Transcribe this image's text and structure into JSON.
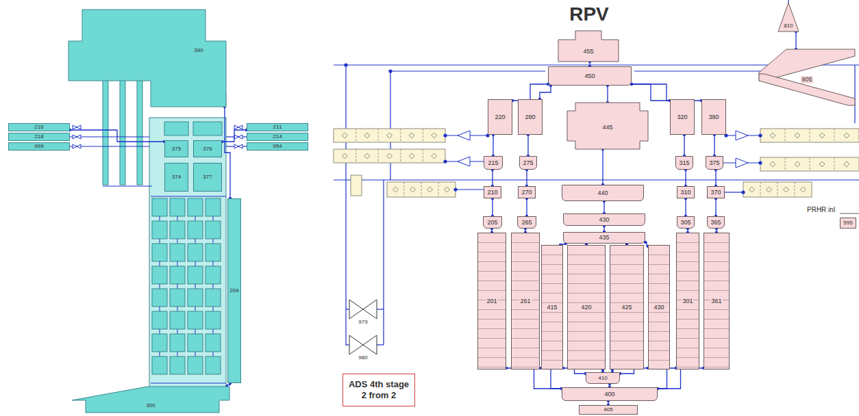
{
  "diagram": {
    "title": "RPV",
    "nodes": [
      {
        "text": [
          "390"
        ]
      },
      {
        "text": [
          "216"
        ]
      },
      {
        "text": [
          "218"
        ]
      },
      {
        "text": [
          "999"
        ]
      },
      {
        "text": [
          "211"
        ]
      },
      {
        "text": [
          "214"
        ]
      },
      {
        "text": [
          "954"
        ]
      },
      {
        "text": [
          "375"
        ]
      },
      {
        "text": [
          "376"
        ]
      },
      {
        "text": [
          "374"
        ]
      },
      {
        "text": [
          "377"
        ]
      },
      {
        "text": [
          "204"
        ]
      },
      {
        "text": [
          "300"
        ]
      },
      {
        "text": [
          "455"
        ]
      },
      {
        "text": [
          "450"
        ]
      },
      {
        "text": [
          "220"
        ]
      },
      {
        "text": [
          "280"
        ]
      },
      {
        "text": [
          "445"
        ]
      },
      {
        "text": [
          "320"
        ]
      },
      {
        "text": [
          "380"
        ]
      },
      {
        "text": [
          "215"
        ]
      },
      {
        "text": [
          "275"
        ]
      },
      {
        "text": [
          "315"
        ]
      },
      {
        "text": [
          "375"
        ]
      },
      {
        "text": [
          "210"
        ]
      },
      {
        "text": [
          "270"
        ]
      },
      {
        "text": [
          "440"
        ]
      },
      {
        "text": [
          "310"
        ]
      },
      {
        "text": [
          "370"
        ]
      },
      {
        "text": [
          "205"
        ]
      },
      {
        "text": [
          "265"
        ]
      },
      {
        "text": [
          "430"
        ]
      },
      {
        "text": [
          "305"
        ]
      },
      {
        "text": [
          "365"
        ]
      },
      {
        "text": [
          "435"
        ]
      },
      {
        "text": [
          "201"
        ]
      },
      {
        "text": [
          "261"
        ]
      },
      {
        "text": [
          "415"
        ]
      },
      {
        "text": [
          "420"
        ]
      },
      {
        "text": [
          "425"
        ]
      },
      {
        "text": [
          "430"
        ]
      },
      {
        "text": [
          "301"
        ]
      },
      {
        "text": [
          "361"
        ]
      },
      {
        "text": [
          "410"
        ]
      },
      {
        "text": [
          "400"
        ]
      },
      {
        "text": [
          "405"
        ]
      },
      {
        "text": [
          "979"
        ]
      },
      {
        "text": [
          "980"
        ]
      },
      {
        "text": [
          "ADS 4th stage 2 from 2"
        ]
      },
      {
        "text": [
          "810"
        ]
      },
      {
        "text": [
          "805"
        ]
      },
      {
        "text": [
          "595"
        ]
      }
    ],
    "edges": [
      {
        "from": 0,
        "to": 11,
        "arrow": "none"
      },
      {
        "from": 11,
        "to": 12,
        "arrow": "none"
      },
      {
        "from": 1,
        "to": 7,
        "arrow": "none"
      },
      {
        "from": 4,
        "to": 8,
        "arrow": "none"
      },
      {
        "from": 13,
        "to": 14,
        "arrow": "none"
      },
      {
        "from": 14,
        "to": 15,
        "arrow": "none"
      },
      {
        "from": 14,
        "to": 16,
        "arrow": "none"
      },
      {
        "from": 14,
        "to": 17,
        "arrow": "none"
      },
      {
        "from": 14,
        "to": 18,
        "arrow": "none"
      },
      {
        "from": 14,
        "to": 19,
        "arrow": "none"
      },
      {
        "from": 15,
        "to": 20,
        "arrow": "none"
      },
      {
        "from": 16,
        "to": 21,
        "arrow": "none"
      },
      {
        "from": 18,
        "to": 22,
        "arrow": "none"
      },
      {
        "from": 19,
        "to": 23,
        "arrow": "none"
      },
      {
        "from": 20,
        "to": 24,
        "arrow": "none"
      },
      {
        "from": 21,
        "to": 25,
        "arrow": "none"
      },
      {
        "from": 22,
        "to": 27,
        "arrow": "none"
      },
      {
        "from": 23,
        "to": 28,
        "arrow": "none"
      },
      {
        "from": 17,
        "to": 26,
        "arrow": "none"
      },
      {
        "from": 24,
        "to": 29,
        "arrow": "none"
      },
      {
        "from": 25,
        "to": 30,
        "arrow": "none"
      },
      {
        "from": 27,
        "to": 32,
        "arrow": "none"
      },
      {
        "from": 28,
        "to": 33,
        "arrow": "none"
      },
      {
        "from": 29,
        "to": 35,
        "arrow": "none"
      },
      {
        "from": 30,
        "to": 36,
        "arrow": "none"
      },
      {
        "from": 32,
        "to": 41,
        "arrow": "none"
      },
      {
        "from": 33,
        "to": 42,
        "arrow": "none"
      },
      {
        "from": 26,
        "to": 31,
        "arrow": "none"
      },
      {
        "from": 31,
        "to": 34,
        "arrow": "none"
      },
      {
        "from": 34,
        "to": 37,
        "arrow": "none"
      },
      {
        "from": 34,
        "to": 38,
        "arrow": "none"
      },
      {
        "from": 34,
        "to": 39,
        "arrow": "none"
      },
      {
        "from": 34,
        "to": 40,
        "arrow": "none"
      },
      {
        "from": 37,
        "to": 43,
        "arrow": "none"
      },
      {
        "from": 38,
        "to": 43,
        "arrow": "none"
      },
      {
        "from": 39,
        "to": 43,
        "arrow": "none"
      },
      {
        "from": 40,
        "to": 43,
        "arrow": "none"
      },
      {
        "from": 43,
        "to": 44,
        "arrow": "none"
      },
      {
        "from": 44,
        "to": 45,
        "arrow": "none"
      },
      {
        "from": 35,
        "to": 44,
        "arrow": "none"
      },
      {
        "from": 36,
        "to": 44,
        "arrow": "none"
      },
      {
        "from": 41,
        "to": 44,
        "arrow": "none"
      },
      {
        "from": 42,
        "to": 44,
        "arrow": "none"
      },
      {
        "from": 49,
        "to": 50,
        "arrow": "none"
      }
    ],
    "labels": [
      "PRHR inl"
    ]
  }
}
